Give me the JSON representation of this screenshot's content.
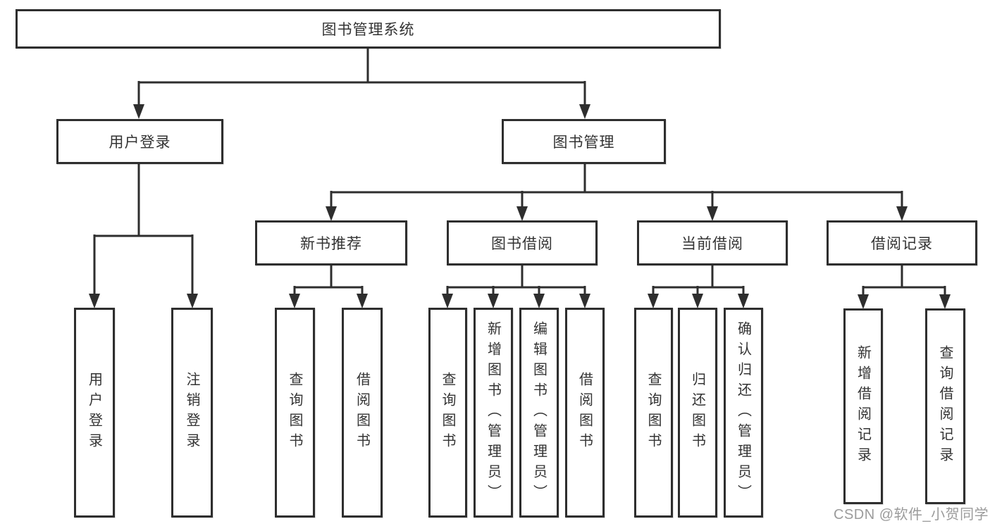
{
  "diagram_type": "functional-structure-tree",
  "tree": {
    "label": "图书管理系统",
    "children": [
      {
        "label": "用户登录",
        "children": [
          {
            "label": "用户登录"
          },
          {
            "label": "注销登录"
          }
        ]
      },
      {
        "label": "图书管理",
        "children": [
          {
            "label": "新书推荐",
            "children": [
              {
                "label": "查询图书"
              },
              {
                "label": "借阅图书"
              }
            ]
          },
          {
            "label": "图书借阅",
            "children": [
              {
                "label": "查询图书"
              },
              {
                "label": "新增图书（管理员）"
              },
              {
                "label": "编辑图书（管理员）"
              },
              {
                "label": "借阅图书"
              }
            ]
          },
          {
            "label": "当前借阅",
            "children": [
              {
                "label": "查询图书"
              },
              {
                "label": "归还图书"
              },
              {
                "label": "确认归还（管理员）"
              }
            ]
          },
          {
            "label": "借阅记录",
            "children": [
              {
                "label": "新增借阅记录"
              },
              {
                "label": "查询借阅记录"
              }
            ]
          }
        ]
      }
    ]
  },
  "watermark": {
    "text": "CSDN @软件_小贺同学"
  },
  "colors": {
    "line": "#2e2e2e",
    "box_border": "#2e2e2e",
    "text": "#333333",
    "background": "#ffffff",
    "watermark": "#9b9b9b"
  }
}
